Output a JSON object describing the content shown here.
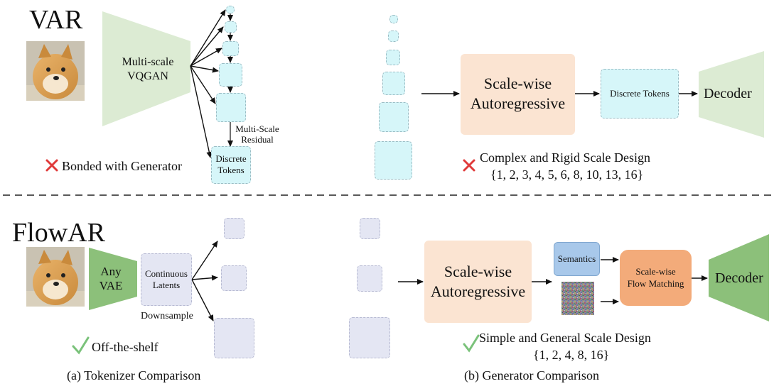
{
  "top": {
    "title": "VAR",
    "tokenizer_label_1": "Multi-scale",
    "tokenizer_label_2": "VQGAN",
    "residual_label_1": "Multi-Scale",
    "residual_label_2": "Residual",
    "tokens_label_1": "Discrete",
    "tokens_label_2": "Tokens",
    "con_tokenizer": "Bonded with Generator",
    "generator_1": "Scale-wise",
    "generator_2": "Autoregressive",
    "discrete_tokens": "Discrete Tokens",
    "decoder": "Decoder",
    "con_generator": "Complex and Rigid Scale Design",
    "scales": "{1, 2, 3, 4, 5, 6, 8, 10, 13, 16}"
  },
  "bottom": {
    "title": "FlowAR",
    "vae_1": "Any",
    "vae_2": "VAE",
    "latents_1": "Continuous",
    "latents_2": "Latents",
    "downsample": "Downsample",
    "pro_tokenizer": "Off-the-shelf",
    "generator_1": "Scale-wise",
    "generator_2": "Autoregressive",
    "semantics": "Semantics",
    "flow_1": "Scale-wise",
    "flow_2": "Flow Matching",
    "decoder": "Decoder",
    "pro_generator": "Simple and General Scale Design",
    "scales": "{1, 2, 4, 8, 16}"
  },
  "captions": {
    "left": "(a) Tokenizer Comparison",
    "right": "(b) Generator Comparison"
  },
  "colors": {
    "tokenizer_green": "#dcebd3",
    "vae_green": "#8cc07a",
    "decoder_green_light": "#dcebd3",
    "decoder_green": "#8cc07a",
    "cross_red": "#e03a3a",
    "check_green": "#7ac27a"
  },
  "icons": [
    "dog-image",
    "cross-icon",
    "check-icon",
    "arrow-icon",
    "noise-image"
  ]
}
